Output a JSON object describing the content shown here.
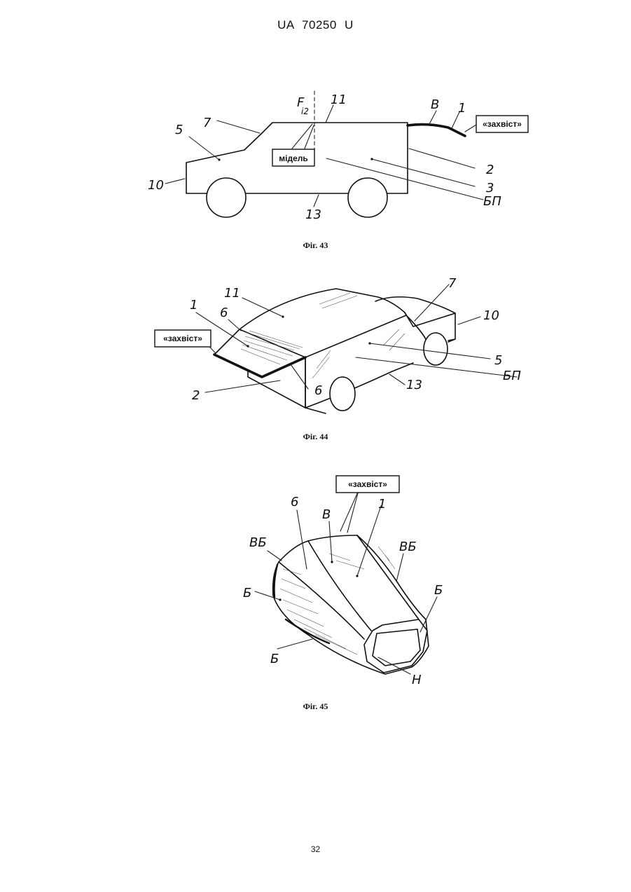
{
  "header": {
    "text": "UA   70250   U"
  },
  "fig43": {
    "caption": "Фіг. 43",
    "labels": {
      "f_main": "F",
      "f_sub": "i2",
      "n11": "11",
      "nB": "В",
      "n1": "1",
      "zakhvist": "«захвіст»",
      "n7": "7",
      "n5": "5",
      "midel": "мідель",
      "n2": "2",
      "n3": "3",
      "nBP": "БП",
      "n10": "10",
      "n13": "13"
    }
  },
  "fig44": {
    "caption": "Фіг. 44",
    "labels": {
      "n1": "1",
      "n11": "11",
      "n6a": "6",
      "zakhvist": "«захвіст»",
      "n7": "7",
      "n10": "10",
      "n5": "5",
      "nBP": "БП",
      "n13": "13",
      "n6b": "6",
      "n2": "2"
    }
  },
  "fig45": {
    "caption": "Фіг. 45",
    "labels": {
      "zakhvist": "«захвіст»",
      "n6": "6",
      "nB": "В",
      "n1": "1",
      "nVB_left": "ВБ",
      "nVB_right": "ВБ",
      "nB_left": "Б",
      "nB_right": "Б",
      "nB_bottom": "Б",
      "nH": "Н"
    }
  },
  "page_number": "32"
}
